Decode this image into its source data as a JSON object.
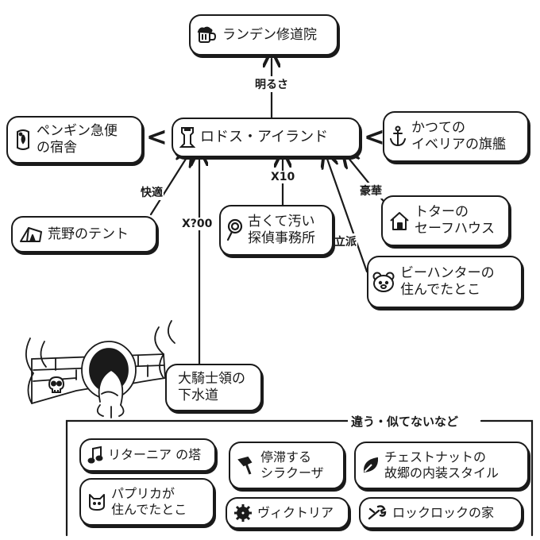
{
  "nodes": {
    "landen": "ランデン修道院",
    "penguin_line1": "ペンギン急便",
    "penguin_line2": "の宿舎",
    "rhodes": "ロドス・アイランド",
    "iberia_line1": "かつての",
    "iberia_line2": "イベリアの旗艦",
    "tent": "荒野のテント",
    "detective_line1": "古くて汚い",
    "detective_line2": "探偵事務所",
    "safehouse_line1": "トターの",
    "safehouse_line2": "セーフハウス",
    "beehunter_line1": "ビーハンターの",
    "beehunter_line2": "住んでたとこ",
    "sewer_line1": "大騎士領の",
    "sewer_line2": "下水道"
  },
  "edge_labels": {
    "landen": "明るさ",
    "penguin": "快適",
    "sewer": "X?00",
    "detective": "X10",
    "iberia": "豪華",
    "beehunter": "立派"
  },
  "legend": {
    "title": "違う・似てないなど",
    "items": {
      "ritania": "リターニア の塔",
      "stagnant_line1": "停滞する",
      "stagnant_line2": "シラクーザ",
      "chestnut_line1": "チェストナットの",
      "chestnut_line2": "故郷の内装スタイル",
      "paprika_line1": "パプリカが",
      "paprika_line2": "住んでたとこ",
      "victoria": "ヴィクトリア",
      "rocklock": "ロックロックの家"
    }
  },
  "icons": {
    "landen": "beer-mug-icon",
    "penguin": "penguin-icon",
    "rhodes": "tower-icon",
    "iberia": "anchor-icon",
    "tent": "tent-icon",
    "detective": "magnifier-icon",
    "safehouse": "house-icon",
    "beehunter": "bear-icon",
    "sewer": "skull-icon",
    "ritania": "music-note-icon",
    "stagnant": "hammer-icon",
    "chestnut": "leaf-icon",
    "paprika": "cat-icon",
    "victoria": "gear-icon",
    "rocklock": "wrench-icon"
  }
}
